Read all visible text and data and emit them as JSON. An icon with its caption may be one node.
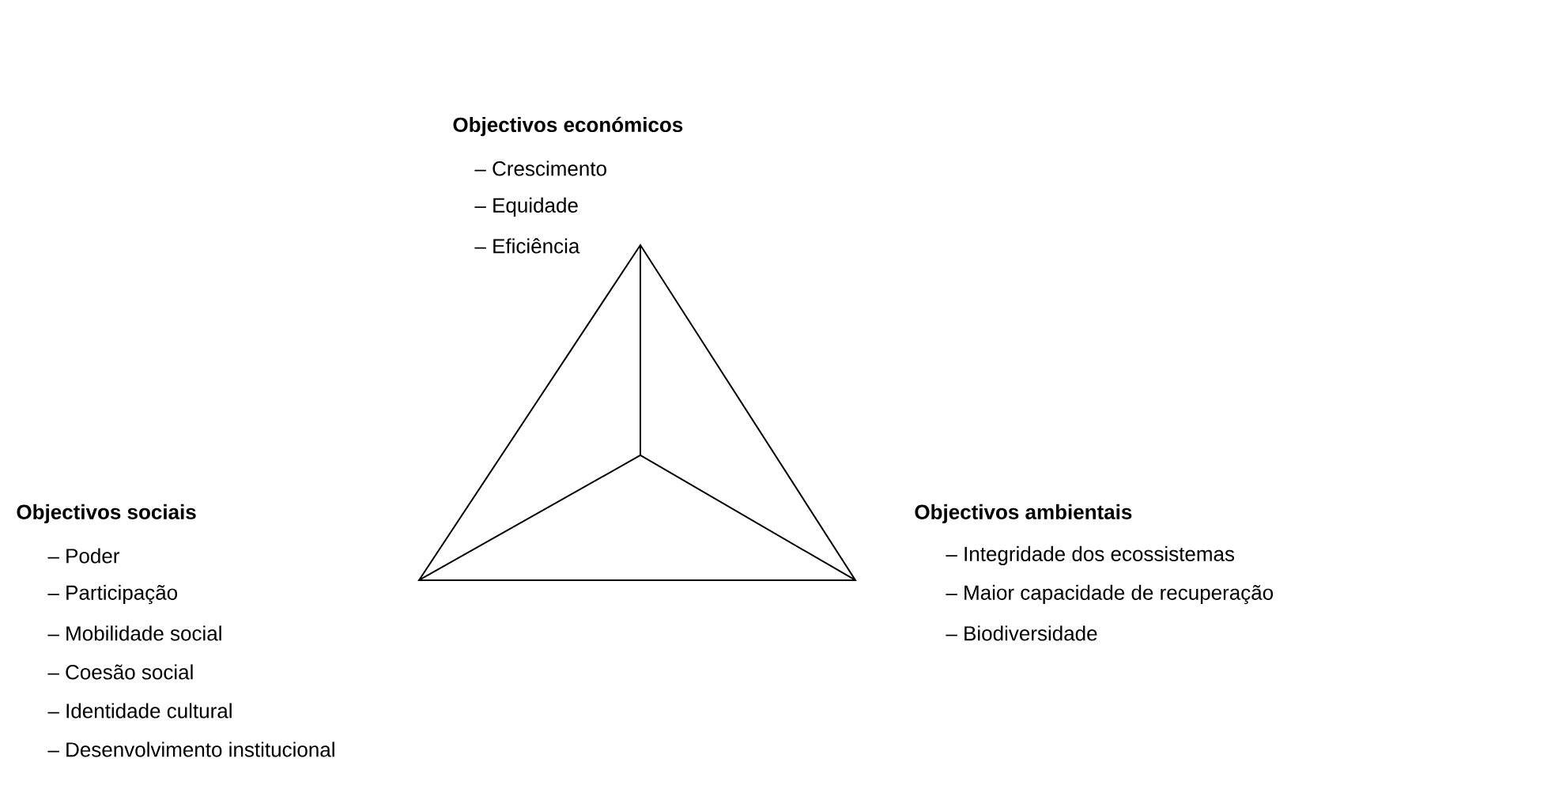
{
  "diagram": {
    "labels": [
      "Objectivos económicos",
      "– Crescimento",
      "– Equidade",
      "– Eficiência",
      "Objectivos sociais",
      "– Poder",
      "– Participação",
      "– Mobilidade social",
      "– Coesão social",
      "– Identidade cultural",
      "– Desenvolvimento institucional",
      "Objectivos ambientais",
      "– Integridade dos ecossistemas",
      "– Maior capacidade de recuperação",
      "– Biodiversidade"
    ]
  }
}
